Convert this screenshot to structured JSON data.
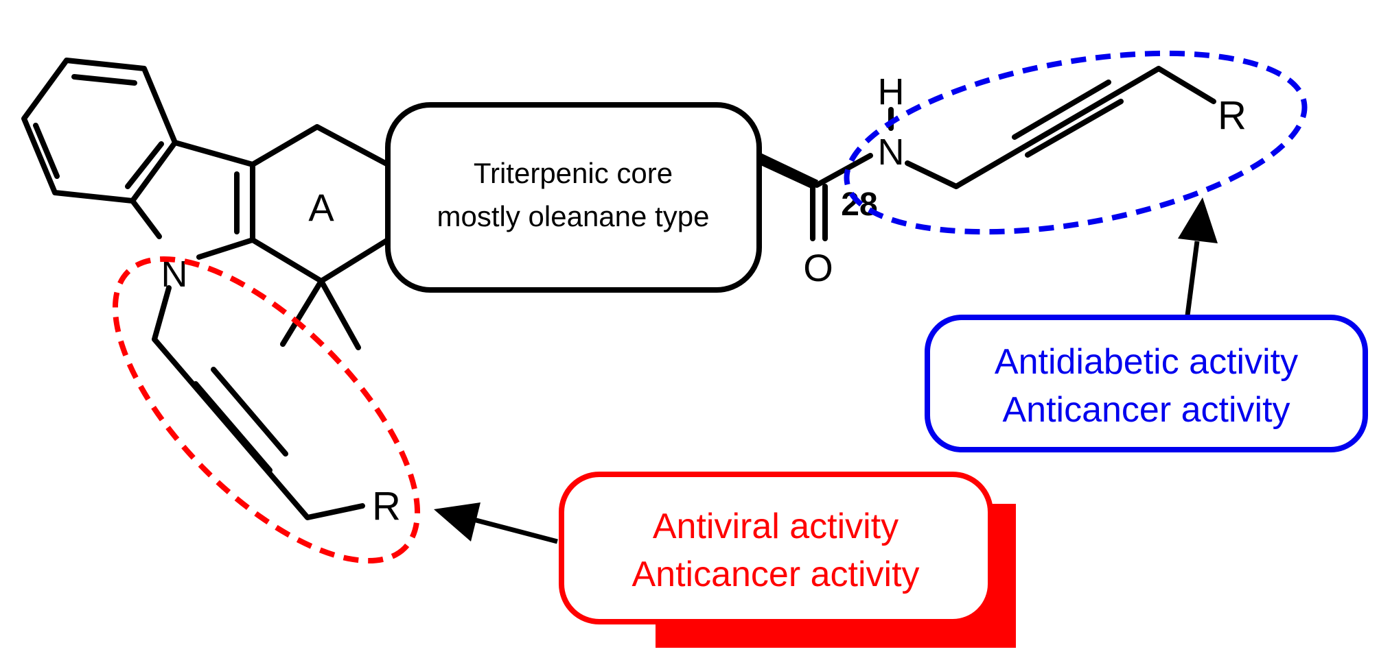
{
  "labels": {
    "ring_a": "A",
    "indole_n": "N",
    "amide_h": "H",
    "amide_n": "N",
    "carbonyl_o": "O",
    "c28": "28",
    "r_bottom": "R",
    "r_right": "R"
  },
  "core_box": {
    "line1": "Triterpenic core",
    "line2": "mostly oleanane type"
  },
  "red_callout": {
    "line1": "Antiviral activity",
    "line2": "Anticancer activity"
  },
  "blue_callout": {
    "line1": "Antidiabetic activity",
    "line2": "Anticancer activity"
  },
  "colors": {
    "red": "#ff0000",
    "blue": "#0000ee",
    "bond": "#000000"
  }
}
